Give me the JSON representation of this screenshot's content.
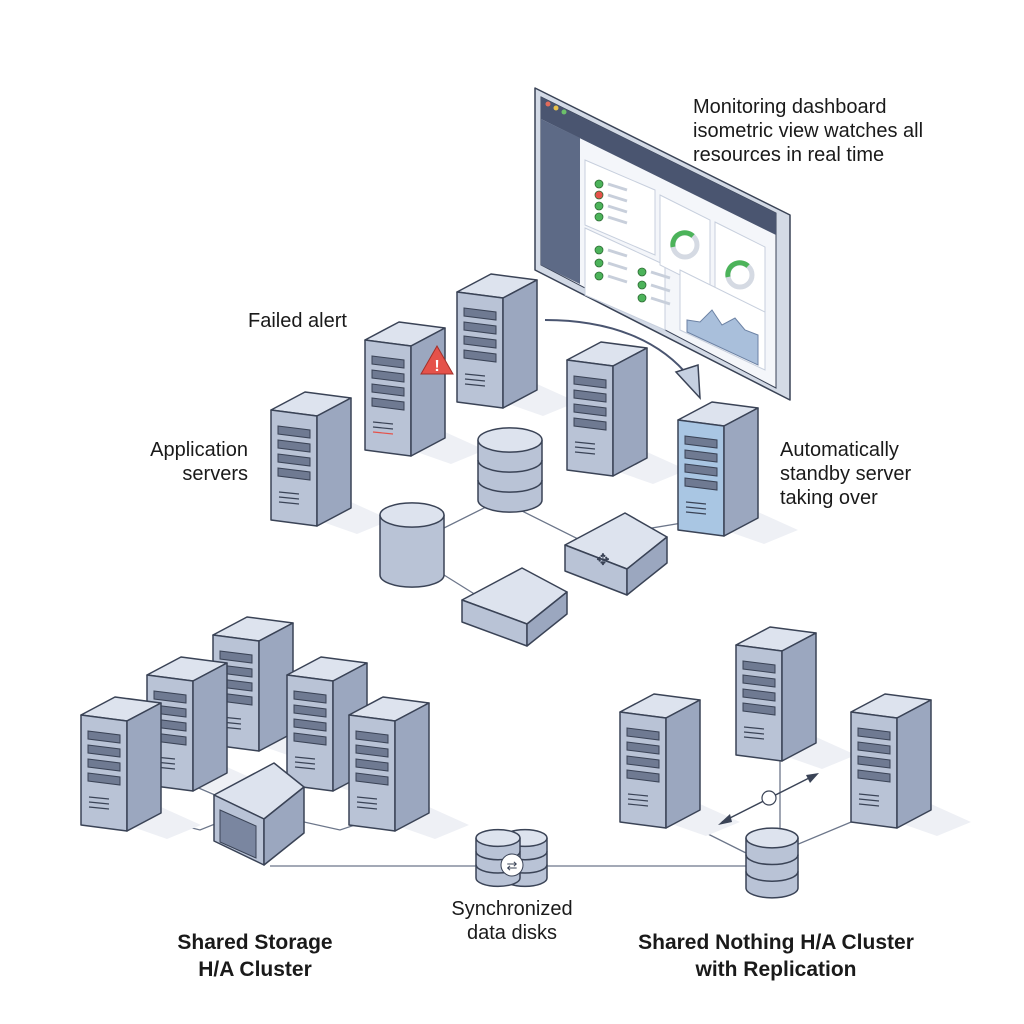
{
  "labels": {
    "monitoring": [
      "Monitoring dashboard",
      "isometric view watches all",
      "resources in real time"
    ],
    "failed_alert": "Failed alert",
    "app_servers": [
      "Application",
      "servers"
    ],
    "standby": [
      "Automatically",
      "standby server",
      "taking over"
    ],
    "sync_disks": [
      "Synchronized",
      "data disks"
    ],
    "shared_storage": [
      "Shared Storage",
      "H/A Cluster"
    ],
    "shared_nothing": [
      "Shared Nothing H/A Cluster",
      "with Replication"
    ]
  },
  "colors": {
    "server_front": "#b9c3d6",
    "server_side": "#9ba7bf",
    "server_top": "#dde3ee",
    "outline": "#3a4356",
    "standby": "#a9c6e3",
    "alert": "#e5524a",
    "ok": "#4cb35a"
  },
  "icons": [
    "warning-icon",
    "failover-arrow-icon",
    "sync-arrows-icon",
    "replication-arrows-icon"
  ]
}
